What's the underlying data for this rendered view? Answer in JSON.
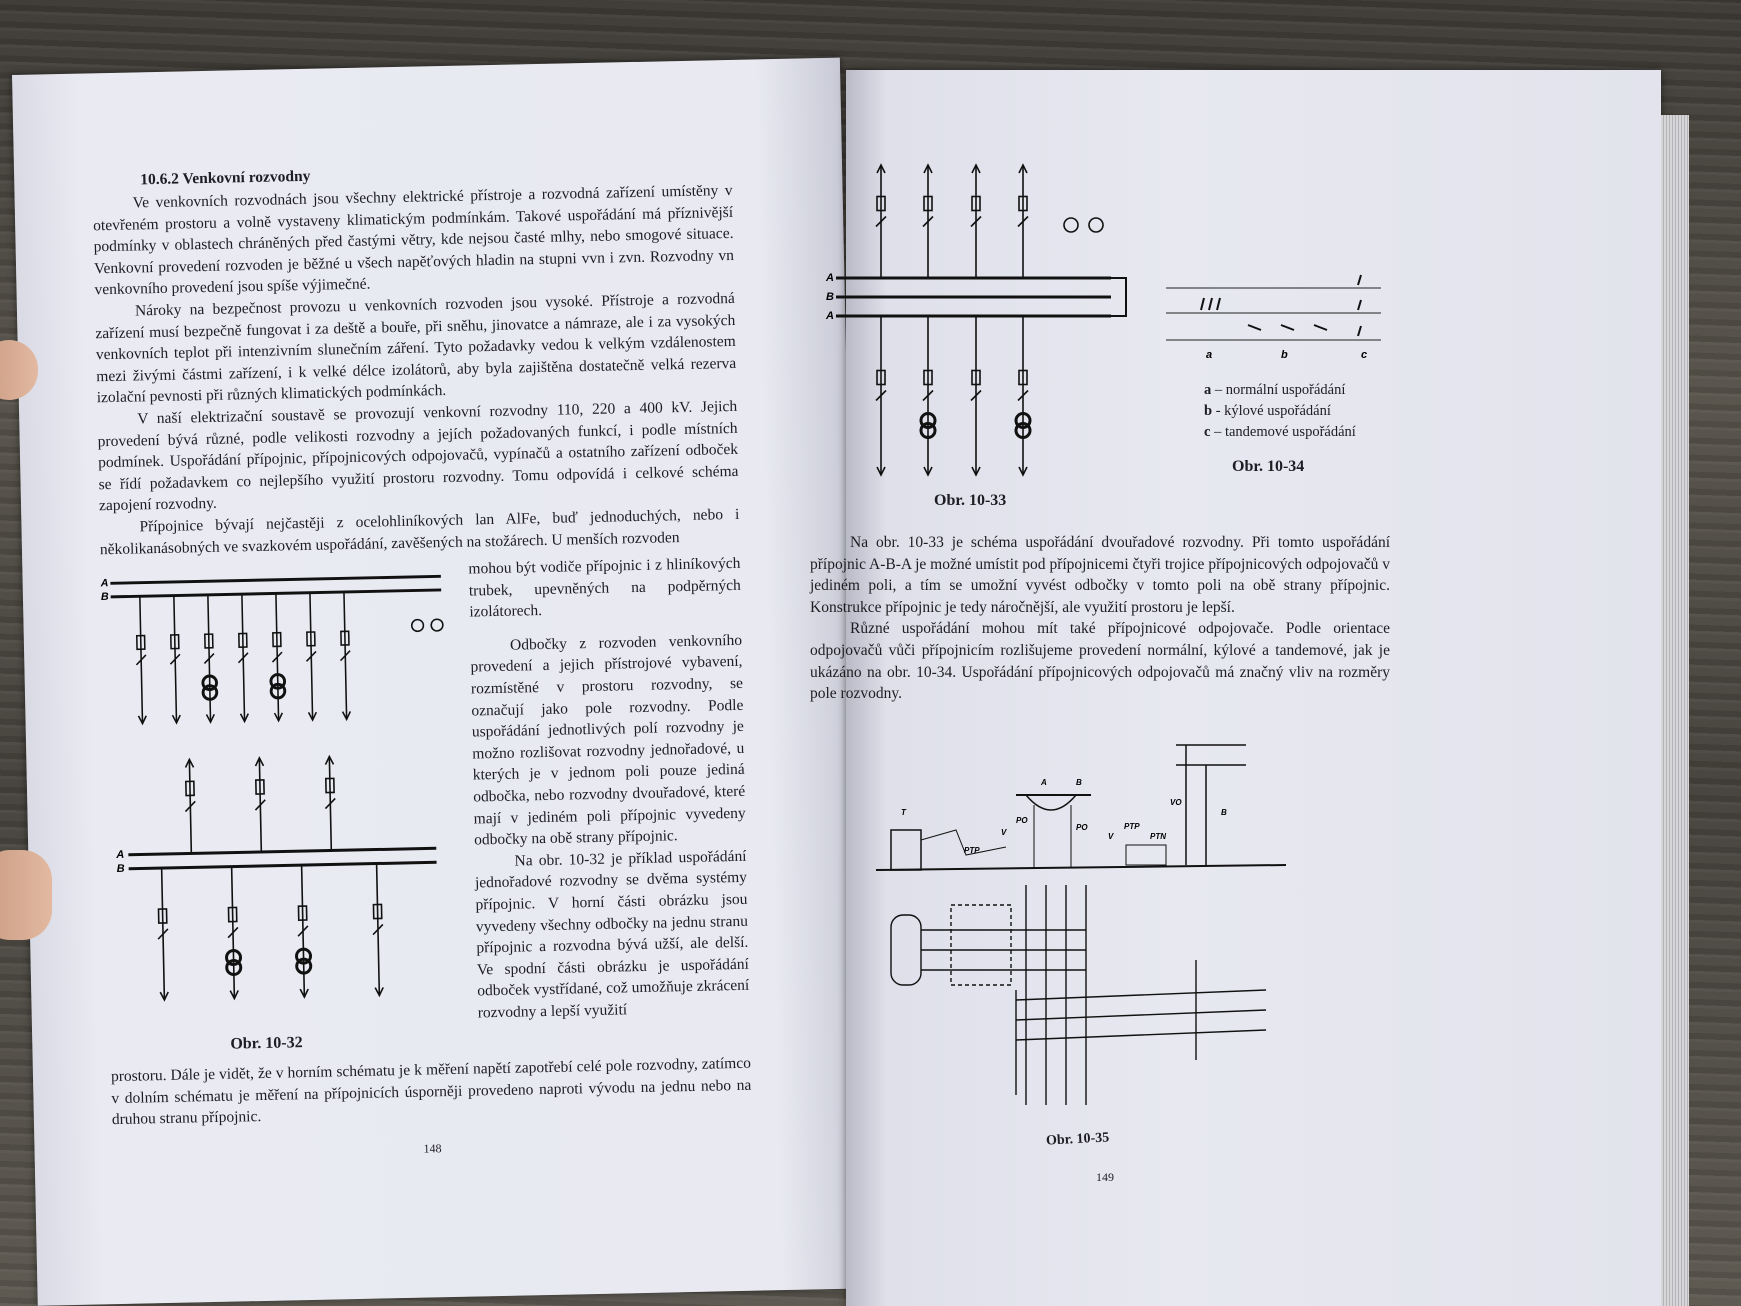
{
  "left_page": {
    "heading": "10.6.2 Venkovní rozvodny",
    "paragraphs": [
      "Ve venkovních rozvodnách jsou všechny elektrické přístroje a rozvodná zařízení umístěny v otevřeném prostoru a volně vystaveny klimatickým podmínkám. Takové uspořádání má příznivější podmínky v oblastech chráněných před častými větry, kde nejsou časté mlhy, nebo smogové situace. Venkovní provedení rozvoden je běžné u všech napěťových hladin na stupni vvn i zvn. Rozvodny vn venkovního provedení jsou spíše výjimečné.",
      "Nároky na bezpečnost provozu u venkovních rozvoden jsou vysoké. Přístroje a rozvodná zařízení musí bezpečně fungovat i za deště a bouře, při sněhu, jinovatce a námraze, ale i za vysokých venkovních teplot při intenzivním slunečním záření. Tyto požadavky vedou k velkým vzdálenostem mezi živými částmi zařízení, i k velké délce izolátorů, aby byla zajištěna dostatečně velká rezerva izolační pevnosti při různých klimatických podmínkách.",
      "V naší elektrizační soustavě se provozují venkovní rozvodny 110, 220 a 400 kV. Jejich provedení bývá různé, podle velikosti rozvodny a jejích požadovaných funkcí, i podle místních podmínek. Uspořádání přípojnic, přípojnicových odpojovačů, vypínačů a ostatního zařízení odboček se řídí požadavkem co nejlepšího využití prostoru rozvodny. Tomu odpovídá i celkové schéma zapojení rozvodny.",
      "Přípojnice bývají nejčastěji z ocelohliníkových lan AlFe, buď jednoduchých, nebo i několikanásobných ve svazkovém uspořádání, zavěšených na stožárech. U menších rozvoden"
    ],
    "column_paragraphs": [
      "mohou být vodiče přípojnic i z hliníkových trubek, upevněných na podpěrných izolátorech.",
      "Odbočky z rozvoden venkovního provedení a jejich přístrojové vybavení, rozmístěné v prostoru rozvodny, se označují jako pole rozvodny. Podle uspořádání jednotlivých polí rozvodny je možno rozlišovat rozvodny jednořadové, u kterých je v jednom poli pouze jediná odbočka, nebo rozvodny dvouřadové, které mají v jediném poli přípojnic vyvedeny odbočky na obě strany přípojnic.",
      "Na obr. 10-32 je příklad uspořádání jednořadové rozvodny se dvěma systémy přípojnic. V horní části obrázku jsou vyvedeny všechny odbočky na jednu stranu přípojnic a rozvodna bývá užší, ale delší. Ve spodní části obrázku je uspořádání odboček vystřídané, což umožňuje zkrácení rozvodny a lepší využití"
    ],
    "closing_paragraph": "prostoru. Dále je vidět, že v horním schématu je k měření napětí zapotřebí celé pole rozvodny, zatímco v dolním schématu je měření na přípojnicích úsporněji provedeno naproti vývodu na jednu nebo na druhou stranu přípojnic.",
    "figure_caption": "Obr. 10-32",
    "bus_labels": [
      "A",
      "B"
    ],
    "page_number": "148"
  },
  "right_page": {
    "figure_10_33": {
      "caption": "Obr. 10-33",
      "bus_labels": [
        "A",
        "B",
        "A"
      ]
    },
    "figure_10_34": {
      "caption": "Obr. 10-34",
      "column_labels": [
        "a",
        "b",
        "c"
      ],
      "legend": [
        {
          "key": "a",
          "text": " – normální uspořádání"
        },
        {
          "key": "b",
          "text": " - kýlové uspořádání"
        },
        {
          "key": "c",
          "text": " – tandemové uspořádání"
        }
      ]
    },
    "paragraphs": [
      "Na obr. 10-33 je schéma uspořádání dvouřadové rozvodny. Při tomto uspořádání přípojnic A-B-A je možné umístit pod přípojnicemi čtyři trojice přípojnicových odpojovačů v jediném poli, a tím se umožní vyvést odbočky v tomto poli na obě strany přípojnic. Konstrukce přípojnic je tedy náročnější, ale využití prostoru je lepší.",
      "Různé uspořádání mohou mít také přípojnicové odpojovače. Podle orientace odpojovačů vůči přípojnicím rozlišujeme provedení normální, kýlové a tandemové, jak je ukázáno na obr. 10-34. Uspořádání přípojnicových odpojovačů má značný vliv na rozměry pole rozvodny."
    ],
    "figure_10_35": {
      "caption": "Obr. 10-35",
      "labels": [
        "T",
        "PTP",
        "V",
        "PO",
        "A",
        "B",
        "PO",
        "V",
        "PTP",
        "PTN",
        "VO",
        "B"
      ]
    },
    "page_number": "149"
  }
}
